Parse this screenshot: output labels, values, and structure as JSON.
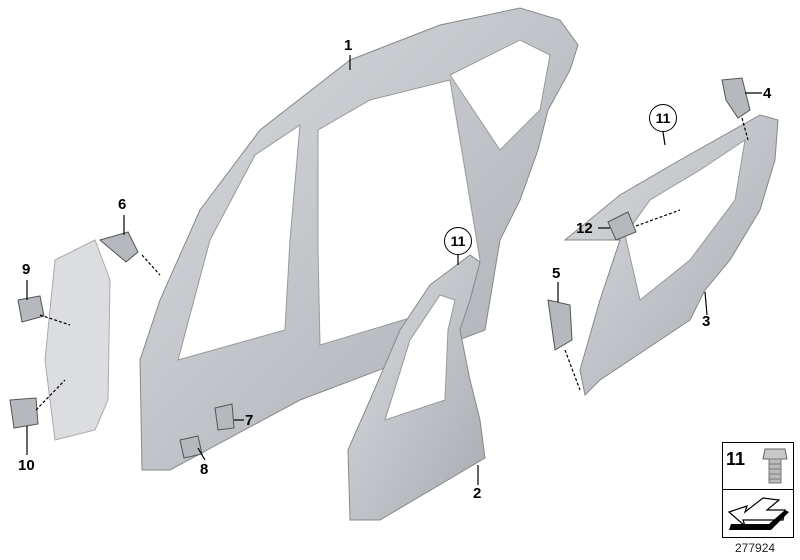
{
  "parts": [
    {
      "id": "1",
      "label": "1"
    },
    {
      "id": "2",
      "label": "2"
    },
    {
      "id": "3",
      "label": "3"
    },
    {
      "id": "4",
      "label": "4"
    },
    {
      "id": "5",
      "label": "5"
    },
    {
      "id": "6",
      "label": "6"
    },
    {
      "id": "7",
      "label": "7"
    },
    {
      "id": "8",
      "label": "8"
    },
    {
      "id": "9",
      "label": "9"
    },
    {
      "id": "10",
      "label": "10"
    },
    {
      "id": "11a",
      "label": "11",
      "circled": true
    },
    {
      "id": "11b",
      "label": "11",
      "circled": true
    },
    {
      "id": "12",
      "label": "12"
    }
  ],
  "legend": {
    "part_number": "11",
    "icons": [
      "screw-icon",
      "arrow-icon"
    ]
  },
  "diagram_number": "277924",
  "colors": {
    "part_fill": "#c9ccd1",
    "part_shade": "#a9adb3",
    "line": "#000000"
  }
}
